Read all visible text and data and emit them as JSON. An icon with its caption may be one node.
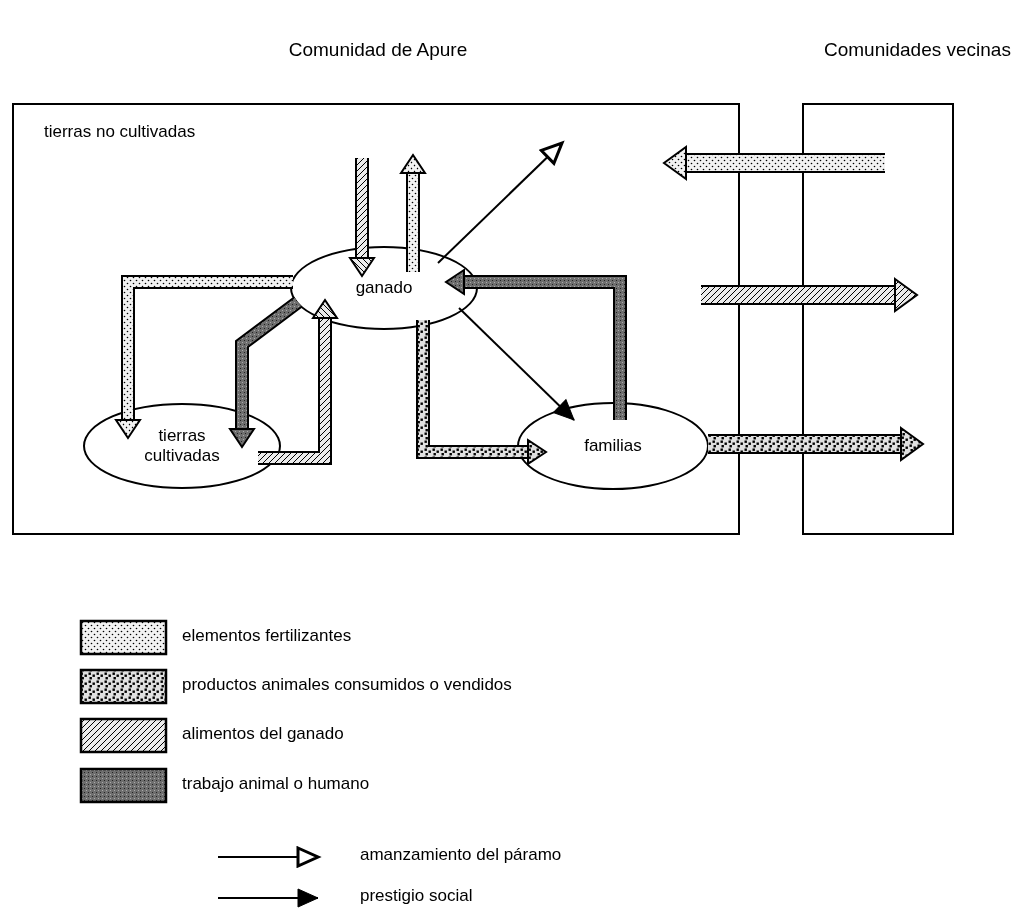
{
  "diagram": {
    "nodes": [
      {
        "text": [
          "Comunidad de Apure",
          "tierras no cultivadas"
        ]
      },
      {
        "text": [
          "ganado"
        ],
        "in": 0
      },
      {
        "text": [
          "tierras cultivadas"
        ],
        "in": 0
      },
      {
        "text": [
          "familias"
        ],
        "in": 0
      },
      {
        "text": [
          "Comunidades vecinas"
        ]
      }
    ],
    "edges": [
      {
        "from": null,
        "to": 1,
        "arrow": "to",
        "style": "thick",
        "color": "#ebebeb"
      },
      {
        "from": 1,
        "to": null,
        "arrow": "to",
        "style": "thick",
        "color": "#f2f2f2"
      },
      {
        "from": 1,
        "to": null,
        "arrow": "to"
      },
      {
        "from": 4,
        "to": 0,
        "arrow": "to",
        "style": "thick",
        "color": "#f2f2f2"
      },
      {
        "from": 0,
        "to": 4,
        "arrow": "to",
        "style": "thick",
        "color": "#ebebeb"
      },
      {
        "from": 3,
        "to": 4,
        "arrow": "to",
        "style": "thick",
        "color": "#e0e0e0"
      },
      {
        "from": 1,
        "to": 2,
        "arrow": "to",
        "style": "thick",
        "color": "#f2f2f2"
      },
      {
        "from": 1,
        "to": 2,
        "arrow": "to",
        "style": "thick",
        "color": "#6e6e6e"
      },
      {
        "from": 2,
        "to": 1,
        "arrow": "to",
        "style": "thick",
        "color": "#ebebeb"
      },
      {
        "from": 1,
        "to": 3,
        "arrow": "to",
        "style": "thick",
        "color": "#e0e0e0"
      },
      {
        "from": 3,
        "to": 1,
        "arrow": "to",
        "style": "thick",
        "color": "#6e6e6e"
      },
      {
        "from": 1,
        "to": 3,
        "arrow": "to"
      }
    ],
    "legend": [
      {
        "text": "elementos fertilizantes",
        "color": "#f2f2f2"
      },
      {
        "text": "productos animales consumidos o vendidos",
        "color": "#e0e0e0"
      },
      {
        "text": "alimentos del ganado",
        "color": "#ebebeb"
      },
      {
        "text": "trabajo animal o humano",
        "color": "#6e6e6e"
      },
      {
        "text": "amanzamiento del páramo"
      },
      {
        "text": "prestigio social"
      }
    ]
  }
}
